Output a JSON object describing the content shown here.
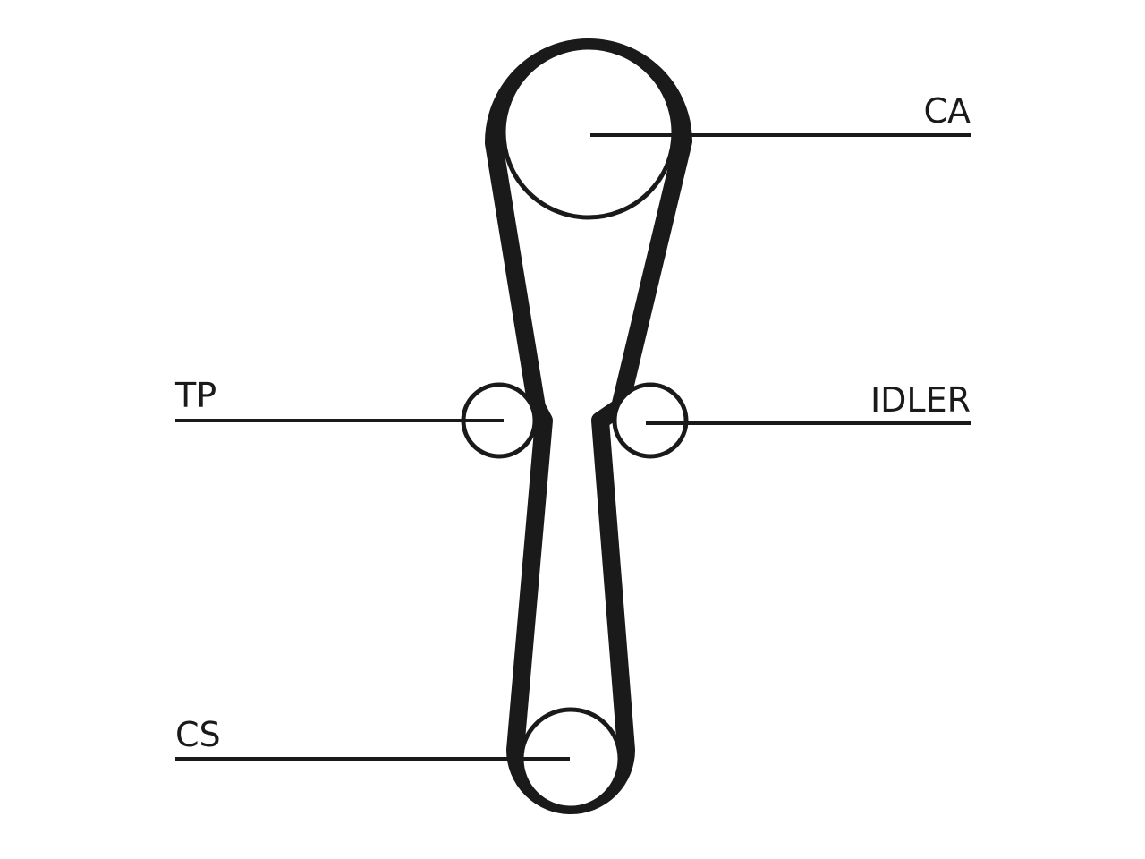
{
  "labels": {
    "ca": "CA",
    "tp": "TP",
    "idler": "IDLER",
    "cs": "CS"
  },
  "colors": {
    "stroke": "#1a1a1a",
    "background": "#ffffff"
  }
}
